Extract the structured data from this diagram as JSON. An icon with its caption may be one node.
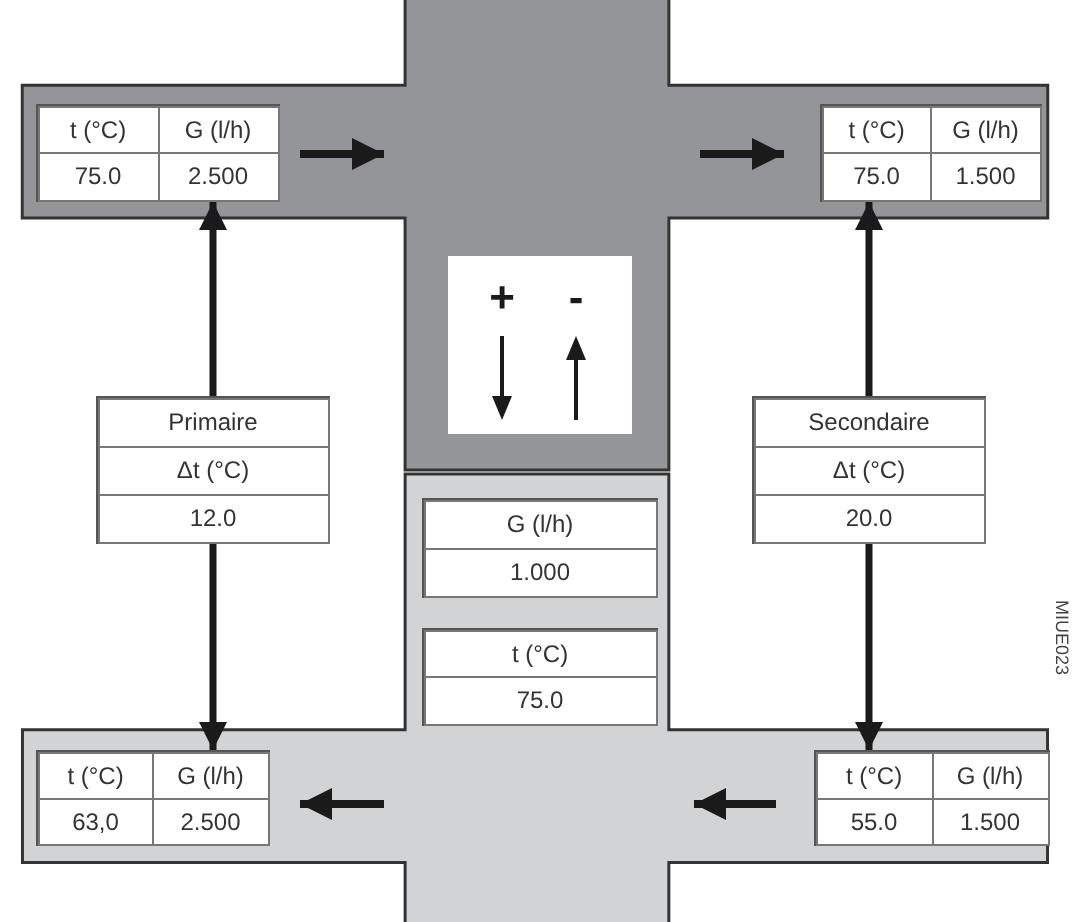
{
  "diagram": {
    "nodes": [
      {
        "text": [],
        "shape": "box"
      },
      {
        "text": [
          "t (°C)",
          "G (l/h)",
          "75.0",
          "2.500"
        ],
        "in": 0
      },
      {
        "text": [
          "t (°C)",
          "G (l/h)",
          "75.0",
          "1.500"
        ],
        "in": 0
      },
      {
        "text": [
          "+",
          "-"
        ],
        "in": 0
      },
      {
        "text": [
          "Primaire",
          "Δt (°C)",
          "12.0"
        ]
      },
      {
        "text": [
          "Secondaire",
          "Δt (°C)",
          "20.0"
        ]
      },
      {
        "text": [],
        "shape": "box"
      },
      {
        "text": [
          "G (l/h)",
          "1.000"
        ],
        "in": 6
      },
      {
        "text": [
          "t (°C)",
          "75.0"
        ],
        "in": 6
      },
      {
        "text": [
          "t (°C)",
          "G (l/h)",
          "63,0",
          "2.500"
        ],
        "in": 6
      },
      {
        "text": [
          "t (°C)",
          "G (l/h)",
          "55.0",
          "1.500"
        ],
        "in": 6
      }
    ],
    "edges": [
      {
        "from": 4,
        "to": 1,
        "arrow": "to"
      },
      {
        "from": 4,
        "to": 9,
        "arrow": "to"
      },
      {
        "from": 5,
        "to": 2,
        "arrow": "to"
      },
      {
        "from": 5,
        "to": 10,
        "arrow": "to"
      }
    ],
    "labels": [
      "MIUE023"
    ]
  }
}
